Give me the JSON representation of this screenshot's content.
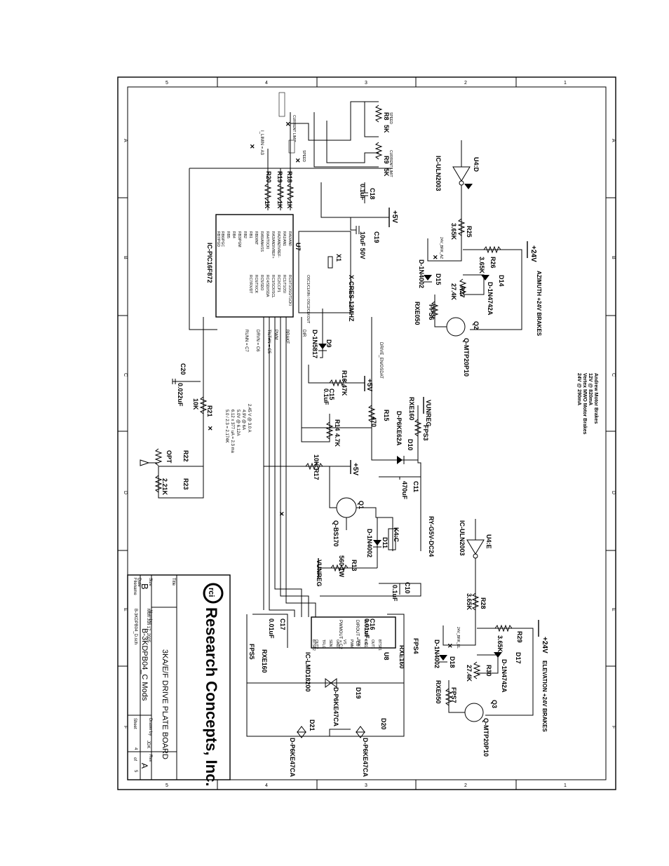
{
  "title_block": {
    "company": "Research Concepts, Inc.",
    "logo_text": "rci",
    "title_label": "Title",
    "title": "3KA/E/F DRIVE PLATE BOARD",
    "size_label": "Size",
    "size": "B",
    "number_label": "Number",
    "number": "B-3KDPB04_C Mods",
    "rev_label": "Rev",
    "rev": "A",
    "date_label": "Date",
    "date": "Mon Jun 17, 2005",
    "drawn_label": "Drawn by",
    "drawn": "JDK",
    "filename_label": "Filename",
    "filename": "B-3KDPB04_D.sch",
    "sheet_label": "Sheet",
    "sheet": "4",
    "of_label": "of",
    "of": "5"
  },
  "border": {
    "numbers": [
      "5",
      "4",
      "3",
      "2",
      "1"
    ],
    "letters": [
      "A",
      "B",
      "C",
      "D",
      "E",
      "F"
    ]
  },
  "notes": {
    "brakes": [
      "Andrew Motor Brakes",
      "12V @ 820mA",
      "Vertex MWO Motor Brakes",
      "24V @ 290mA"
    ],
    "current": [
      "2.45 V @ 3.0 A",
      "4.9V  @ 6A",
      "5.0V  @ 6.12A",
      "6.12 x 377 uA = 2.3 ma",
      "5.0 / 2.3 = 2.174K"
    ],
    "azimuth": "AZIMUTH +24V BRAKES",
    "elevation": "ELEVATION +24V BRAKES",
    "i_limit": "I_LIMIN = A3",
    "runn": "RUNN = C7",
    "drvn": "DRVN = C6",
    "tilt": "TILT#N = C5",
    "pwmout": "PWMOUT = C2",
    "dirout": "DIROUT = C0",
    "brkout": "BRKOUT = C1",
    "xtal_note": "OSC1/CLKIN / OSC2/CLKOUT",
    "drive_en": "DRIVE_EN/OSDAT"
  },
  "components": {
    "R8": "R8",
    "R8v": "5K",
    "R9": "R9",
    "R9v": "5K",
    "R18": "R18",
    "R18v": "1K",
    "R19": "R19",
    "R19v": "1K",
    "R20": "R20",
    "R20v": "1K",
    "C18": "C18",
    "C18v": "0.1uF",
    "C19": "C19",
    "C19v": "10uF 50V",
    "U7": "U7",
    "U7t": "IC-PIC16F872",
    "X1": "X1",
    "X1t": "X-CRES-12MHZ",
    "D9": "D9",
    "D9t": "D-1N5817",
    "R16": "R16",
    "R16v": "47K",
    "C15": "C15",
    "C15v": "0.1uF",
    "R15": "R15",
    "R15v": "470",
    "R14": "R14",
    "R14v": "4.7K",
    "R17": "R17",
    "R17v": "10K",
    "C20": "C20",
    "C20v": "0.022uF",
    "R21": "R21",
    "R21v": "10K",
    "R22": "R22",
    "R22v": "OPT",
    "R23": "R23",
    "R23v": "2.21K",
    "U4D": "U4:D",
    "U4Dt": "IC-ULN2003",
    "R25": "R25",
    "R25v": "3.65K",
    "R26": "R26",
    "R26v": "3.65K",
    "R27": "R27",
    "R27v": "27.4K",
    "D14": "D14",
    "D14t": "D-1N4742A",
    "D15": "D15",
    "D15t": "D-1N4002",
    "FPS6": "FPS6",
    "FPS6v": "RXE050",
    "Q2": "Q2",
    "Q2t": "Q-MTP20P10",
    "FPS3": "FPS3",
    "FPS3v": "RXE160",
    "D10": "D10",
    "D10t": "D-P6KE62A",
    "C11": "C11",
    "C11v": "470uF",
    "Q1": "Q1",
    "Q1t": "Q-BS170",
    "D11": "D11",
    "D11t": "D-1N4002",
    "K4": "K4:C",
    "K4t": "RY-G5V-DC24",
    "R13": "R13",
    "R13v": "560 1W",
    "C10": "C10",
    "C10v": "0.1uF",
    "U4E": "U4:E",
    "U4Et": "IC-ULN2003",
    "R28": "R28",
    "R28v": "3.65K",
    "R29": "R29",
    "R29v": "3.65K",
    "R30": "R30",
    "R30v": "27.4K",
    "D17": "D17",
    "D17t": "D-1N4742A",
    "D18": "D18",
    "D18t": "D-1N4002",
    "FPS7": "FPS7",
    "FPS7v": "RXE050",
    "Q3": "Q3",
    "Q3t": "Q-MTP20P10",
    "C16": "C16",
    "C16v": "0.01uF",
    "C17": "C17",
    "C17v": "0.01uF",
    "U8": "U8",
    "U8t": "IC-LMD18200",
    "FPS4": "FPS4",
    "FPS4v": "RXE160",
    "FPS5": "FPS5",
    "FPS5v": "RXE160",
    "D19": "D19",
    "D19t": "D-P6KE47CA",
    "D20": "D20",
    "D20t": "D-P6KE47CA",
    "D21": "D21",
    "D21t": "D-P6KE47CA"
  },
  "nets": {
    "p5v": "+5V",
    "p24v": "+24V",
    "vunreg": "VUNREG",
    "speed": "SPEED",
    "current_limit": "CURRENT LIMIT",
    "dir": "DIR",
    "brake": "BRAKE",
    "pwm": "PWM",
    "brk_az": "24V_BRK_AZ",
    "brk_el": "24V_BRK_EL"
  },
  "u7_pins": [
    "RA0/AN0",
    "RA1/AN1",
    "RA2/AN2/VREF-",
    "RA3/AN3/VREF+",
    "RA4/T0CKI",
    "RA5/AN4/SS",
    "RB0/INT",
    "RB1",
    "RB2",
    "RB3/PGM",
    "RB4",
    "RB5",
    "RB6/PGC",
    "RB7/PGD",
    "RC0/T1OSO/T1CKI",
    "RC1/T1OSI",
    "RC2/CCP1",
    "RC3/SCK/SCL",
    "RC4/SDI/SDA",
    "RC5/SDO",
    "RC6/TX/CK",
    "RC7/RX/DT"
  ],
  "u8_pins": [
    "BTSP1",
    "OUT1",
    "DIR",
    "BRK",
    "PWM",
    "VS",
    "GND",
    "SEN",
    "TFLG",
    "OUT2",
    "BTSP2"
  ]
}
